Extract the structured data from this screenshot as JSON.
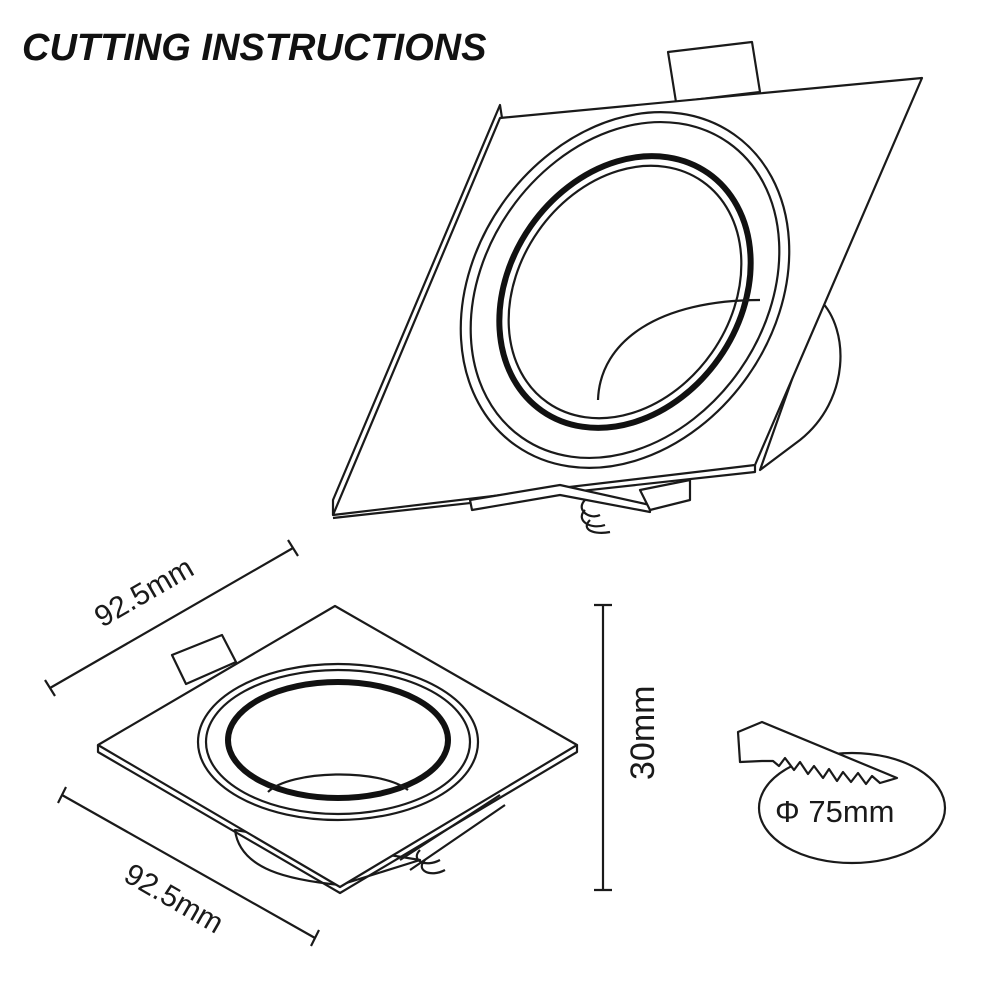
{
  "title": "CUTTING INSTRUCTIONS",
  "dimensions": {
    "width_label": "92.5mm",
    "depth_label": "92.5mm",
    "height_label": "30mm",
    "cutout_label": "Φ 75mm"
  }
}
